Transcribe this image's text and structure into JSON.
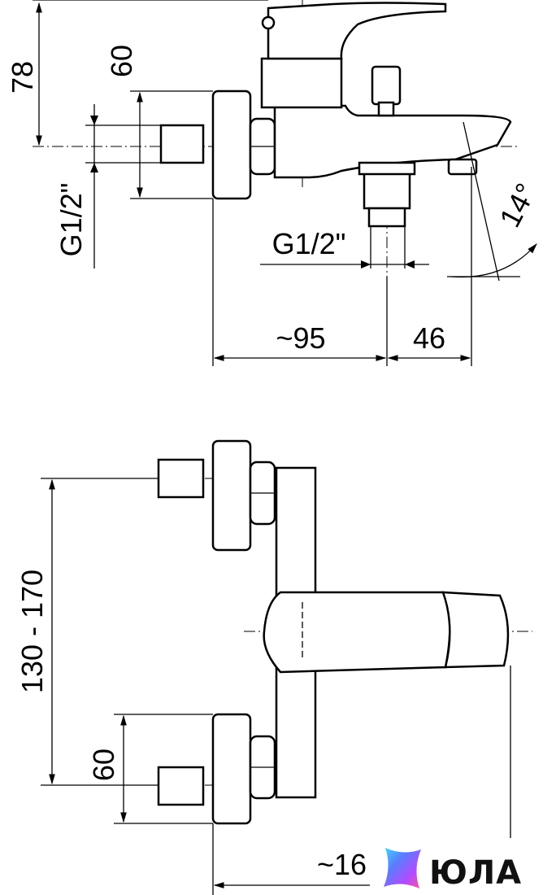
{
  "top_view": {
    "dim_height_total": "78",
    "dim_height_flange": "60",
    "dim_thread_inlet": "G1/2\"",
    "dim_thread_outlet": "G1/2\"",
    "dim_depth_body": "~95",
    "dim_depth_spout": "46",
    "dim_angle": "14°"
  },
  "front_view": {
    "dim_center_range": "130 - 170",
    "dim_flange_height": "60",
    "dim_width_total": "~16"
  },
  "logo": {
    "text": "ЮЛА",
    "colors": [
      "#3fd6ff",
      "#5a7dff",
      "#b04cff",
      "#ff4fa0"
    ]
  }
}
